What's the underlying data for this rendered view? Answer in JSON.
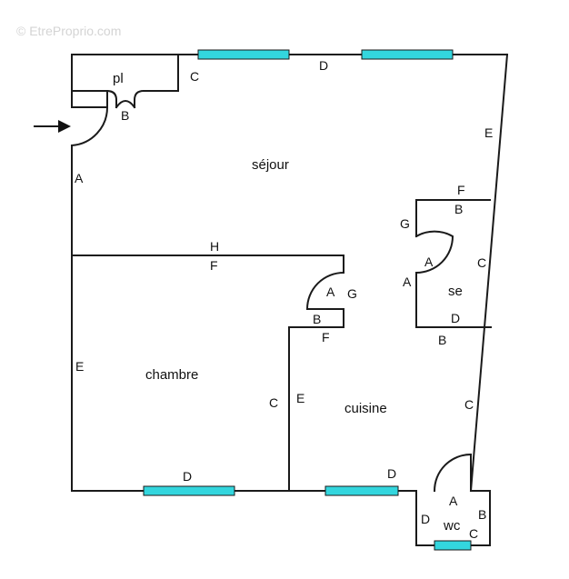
{
  "watermark": "© EtreProprio.com",
  "rooms": {
    "sejour": "séjour",
    "chambre": "chambre",
    "cuisine": "cuisine",
    "se": "se",
    "wc": "wc",
    "pl": "pl"
  },
  "labels": {
    "entry_a": "A",
    "entry_b": "B",
    "pl_c": "C",
    "top_d": "D",
    "right_e": "E",
    "chambre_e": "E",
    "partition_h": "H",
    "partition_f": "F",
    "door_a": "A",
    "door_g": "G",
    "door_b": "B",
    "door_f": "F",
    "kitchen_c": "C",
    "kitchen_e": "E",
    "se_f": "F",
    "se_b_top": "B",
    "se_g": "G",
    "se_a_door": "A",
    "se_c": "C",
    "se_a": "A",
    "se_d": "D",
    "se_b_bottom": "B",
    "kitchen_right_c": "C",
    "chambre_d": "D",
    "cuisine_d": "D",
    "wc_a": "A",
    "wc_d": "D",
    "wc_b": "B",
    "wc_c": "C"
  },
  "colors": {
    "wall": "#1a1a1a",
    "window": "#33d6de"
  }
}
